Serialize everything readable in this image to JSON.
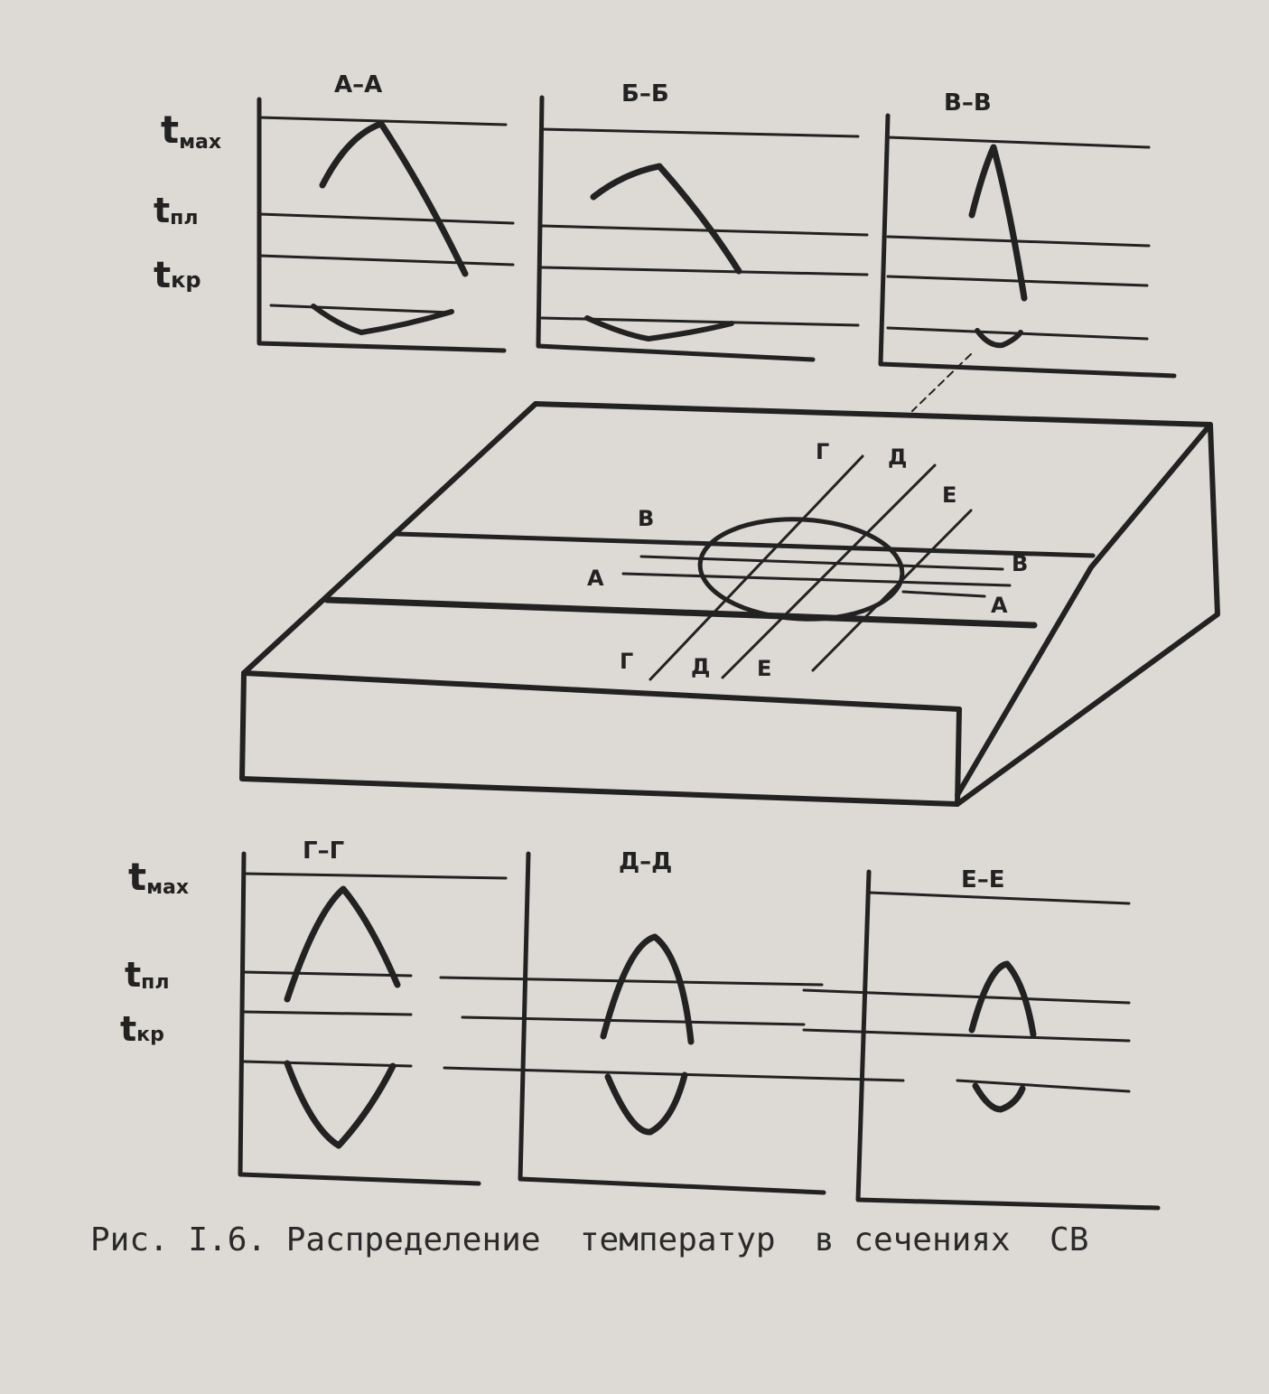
{
  "levels": {
    "t_max": {
      "base": "t",
      "sub": "мах"
    },
    "t_pl": {
      "base": "t",
      "sub": "пл"
    },
    "t_kr": {
      "base": "t",
      "sub": "кр"
    }
  },
  "sections_top": [
    "А–А",
    "Б–Б",
    "В–В"
  ],
  "sections_bottom": [
    "Г–Г",
    "Д–Д",
    "Е–Е"
  ],
  "plate_labels": {
    "line_b": "В",
    "line_a": "А",
    "line_b_end": "В",
    "line_a_end": "А",
    "cut_g_top": "Г",
    "cut_d_top": "Д",
    "cut_e_top": "Е",
    "cut_g_bottom": "Г",
    "cut_d_bottom": "Д",
    "cut_e_bottom": "Е"
  },
  "caption": "Рис. I.6. Распределение  температур  в сечениях  СВ"
}
